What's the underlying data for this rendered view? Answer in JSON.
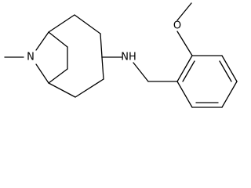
{
  "molecule": {
    "atoms": {
      "bridge_nitrogen": "N",
      "amine": "NH",
      "methoxy_oxygen": "O"
    }
  }
}
